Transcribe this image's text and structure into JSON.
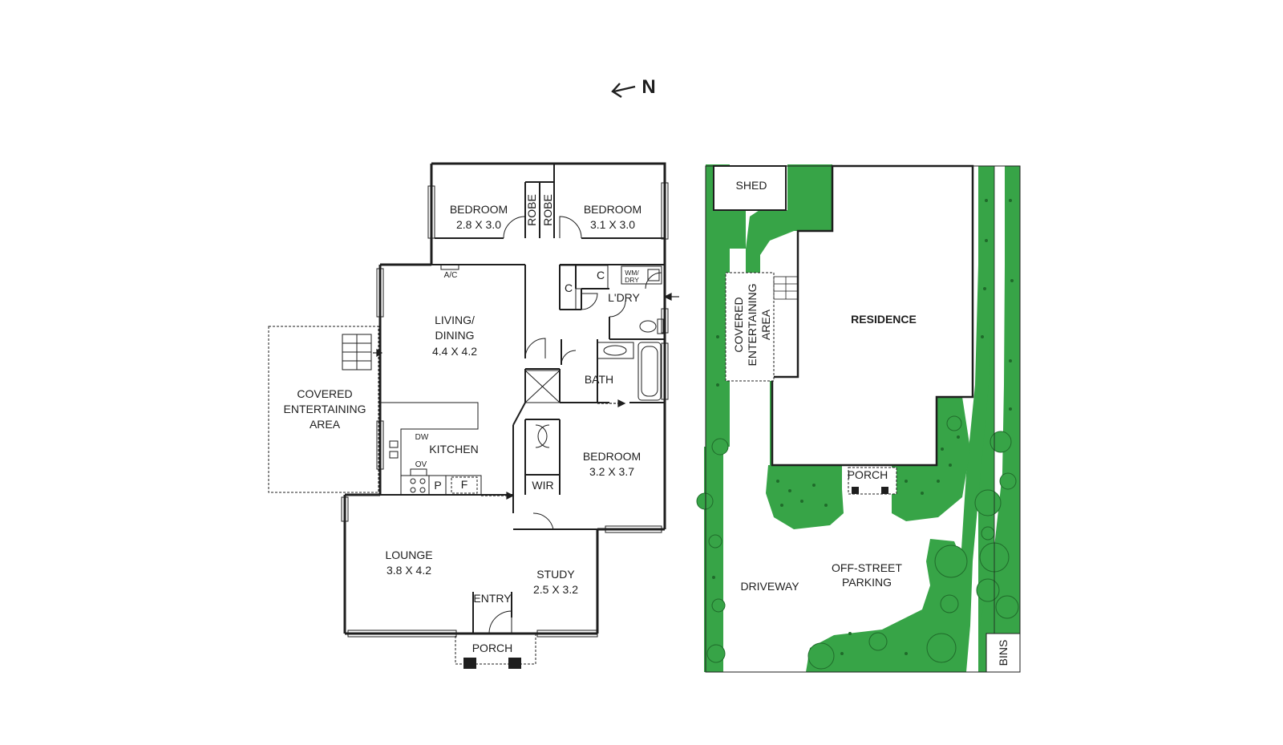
{
  "compass": {
    "label": "N",
    "arrow_icon": "arrow-left"
  },
  "house": {
    "bedroom1": {
      "name": "BEDROOM",
      "size": "2.8 X 3.0"
    },
    "bedroom2": {
      "name": "BEDROOM",
      "size": "3.1 X 3.0"
    },
    "robe1": "ROBE",
    "robe2": "ROBE",
    "ac": "A/C",
    "cupboard1": "C",
    "cupboard2": "C",
    "wm_dry_1": "WM/",
    "wm_dry_2": "DRY",
    "laundry": "L'DRY",
    "living": {
      "line1": "LIVING/",
      "line2": "DINING",
      "size": "4.4 X 4.2"
    },
    "bath": "BATH",
    "kitchen": "KITCHEN",
    "dw": "DW",
    "ov": "OV",
    "pantry": "P",
    "fridge": "F",
    "covered_area": {
      "line1": "COVERED",
      "line2": "ENTERTAINING",
      "line3": "AREA"
    },
    "bedroom3": {
      "name": "BEDROOM",
      "size": "3.2 X 3.7"
    },
    "wir": "WIR",
    "lounge": {
      "name": "LOUNGE",
      "size": "3.8 X 4.2"
    },
    "study": {
      "name": "STUDY",
      "size": "2.5 X 3.2"
    },
    "entry": "ENTRY",
    "porch": "PORCH"
  },
  "site": {
    "shed": "SHED",
    "covered_area": {
      "line1": "COVERED",
      "line2": "ENTERTAINING",
      "line3": "AREA"
    },
    "residence": "RESIDENCE",
    "porch": "PORCH",
    "driveway": "DRIVEWAY",
    "parking": {
      "line1": "OFF-STREET",
      "line2": "PARKING"
    },
    "bins": "BINS"
  },
  "colors": {
    "lawn": "#37a447",
    "wall": "#1e1e1e",
    "tree_outline": "#1f6b2a",
    "background": "#ffffff"
  }
}
